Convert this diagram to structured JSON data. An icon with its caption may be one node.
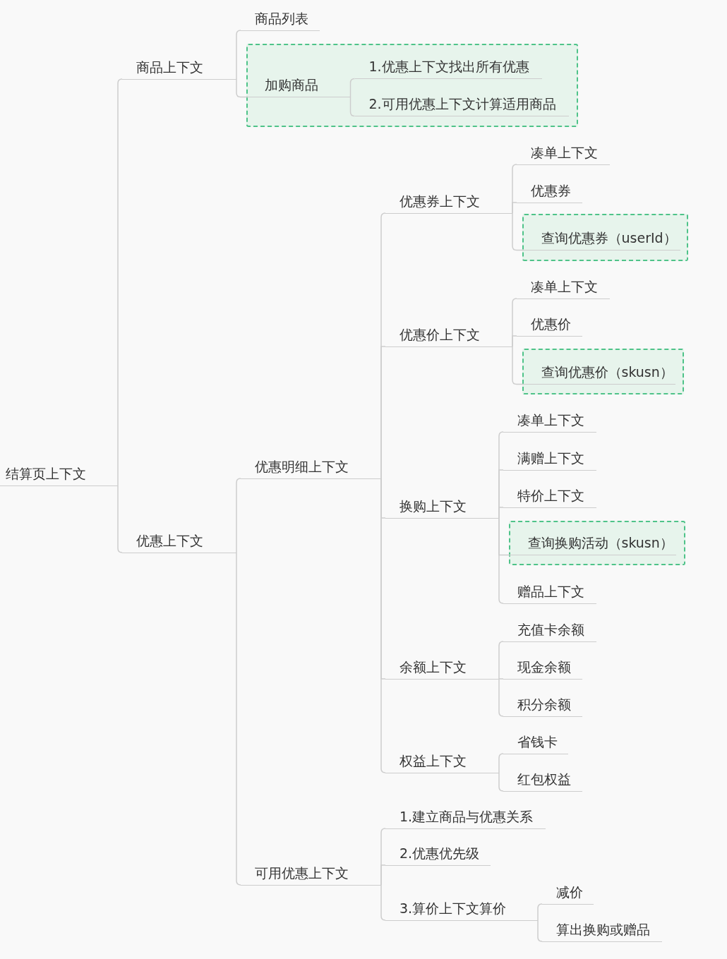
{
  "diagram": {
    "nodes": [
      {
        "text": [
          "结算页上下文"
        ]
      },
      {
        "text": [
          "商品上下文"
        ]
      },
      {
        "text": [
          "商品列表"
        ]
      },
      {
        "text": [],
        "shape": "box"
      },
      {
        "text": [
          "加购商品"
        ],
        "in": 3
      },
      {
        "text": [
          "1.优惠上下文找出所有优惠"
        ],
        "in": 3
      },
      {
        "text": [
          "2.可用优惠上下文计算适用商品"
        ],
        "in": 3
      },
      {
        "text": [
          "优惠上下文"
        ]
      },
      {
        "text": [
          "优惠明细上下文"
        ]
      },
      {
        "text": [
          "优惠券上下文"
        ]
      },
      {
        "text": [
          "凑单上下文"
        ]
      },
      {
        "text": [
          "优惠券"
        ]
      },
      {
        "text": [],
        "shape": "box"
      },
      {
        "text": [
          "查询优惠券（userId）"
        ],
        "in": 12
      },
      {
        "text": [
          "优惠价上下文"
        ]
      },
      {
        "text": [
          "凑单上下文"
        ]
      },
      {
        "text": [
          "优惠价"
        ]
      },
      {
        "text": [],
        "shape": "box"
      },
      {
        "text": [
          "查询优惠价（skusn）"
        ],
        "in": 17
      },
      {
        "text": [
          "换购上下文"
        ]
      },
      {
        "text": [
          "凑单上下文"
        ]
      },
      {
        "text": [
          "满赠上下文"
        ]
      },
      {
        "text": [
          "特价上下文"
        ]
      },
      {
        "text": [],
        "shape": "box"
      },
      {
        "text": [
          "查询换购活动（skusn）"
        ],
        "in": 23
      },
      {
        "text": [
          "赠品上下文"
        ]
      },
      {
        "text": [
          "余额上下文"
        ]
      },
      {
        "text": [
          "充值卡余额"
        ]
      },
      {
        "text": [
          "现金余额"
        ]
      },
      {
        "text": [
          "积分余额"
        ]
      },
      {
        "text": [
          "权益上下文"
        ]
      },
      {
        "text": [
          "省钱卡"
        ]
      },
      {
        "text": [
          "红包权益"
        ]
      },
      {
        "text": [
          "可用优惠上下文"
        ]
      },
      {
        "text": [
          "1.建立商品与优惠关系"
        ]
      },
      {
        "text": [
          "2.优惠优先级"
        ]
      },
      {
        "text": [
          "3.算价上下文算价"
        ]
      },
      {
        "text": [
          "减价"
        ]
      },
      {
        "text": [
          "算出换购或赠品"
        ]
      }
    ],
    "edges": [
      {
        "from": 0,
        "to": 1,
        "arrow": "none"
      },
      {
        "from": 0,
        "to": 7,
        "arrow": "none"
      },
      {
        "from": 1,
        "to": 2,
        "arrow": "none"
      },
      {
        "from": 1,
        "to": 4,
        "arrow": "none"
      },
      {
        "from": 4,
        "to": 5,
        "arrow": "none"
      },
      {
        "from": 4,
        "to": 6,
        "arrow": "none"
      },
      {
        "from": 7,
        "to": 8,
        "arrow": "none"
      },
      {
        "from": 7,
        "to": 33,
        "arrow": "none"
      },
      {
        "from": 8,
        "to": 9,
        "arrow": "none"
      },
      {
        "from": 8,
        "to": 14,
        "arrow": "none"
      },
      {
        "from": 8,
        "to": 19,
        "arrow": "none"
      },
      {
        "from": 8,
        "to": 26,
        "arrow": "none"
      },
      {
        "from": 8,
        "to": 30,
        "arrow": "none"
      },
      {
        "from": 9,
        "to": 10,
        "arrow": "none"
      },
      {
        "from": 9,
        "to": 11,
        "arrow": "none"
      },
      {
        "from": 9,
        "to": 13,
        "arrow": "none"
      },
      {
        "from": 14,
        "to": 15,
        "arrow": "none"
      },
      {
        "from": 14,
        "to": 16,
        "arrow": "none"
      },
      {
        "from": 14,
        "to": 18,
        "arrow": "none"
      },
      {
        "from": 19,
        "to": 20,
        "arrow": "none"
      },
      {
        "from": 19,
        "to": 21,
        "arrow": "none"
      },
      {
        "from": 19,
        "to": 22,
        "arrow": "none"
      },
      {
        "from": 19,
        "to": 24,
        "arrow": "none"
      },
      {
        "from": 19,
        "to": 25,
        "arrow": "none"
      },
      {
        "from": 26,
        "to": 27,
        "arrow": "none"
      },
      {
        "from": 26,
        "to": 28,
        "arrow": "none"
      },
      {
        "from": 26,
        "to": 29,
        "arrow": "none"
      },
      {
        "from": 30,
        "to": 31,
        "arrow": "none"
      },
      {
        "from": 30,
        "to": 32,
        "arrow": "none"
      },
      {
        "from": 33,
        "to": 34,
        "arrow": "none"
      },
      {
        "from": 33,
        "to": 35,
        "arrow": "none"
      },
      {
        "from": 33,
        "to": 36,
        "arrow": "none"
      },
      {
        "from": 36,
        "to": 37,
        "arrow": "none"
      },
      {
        "from": 36,
        "to": 38,
        "arrow": "none"
      }
    ]
  }
}
